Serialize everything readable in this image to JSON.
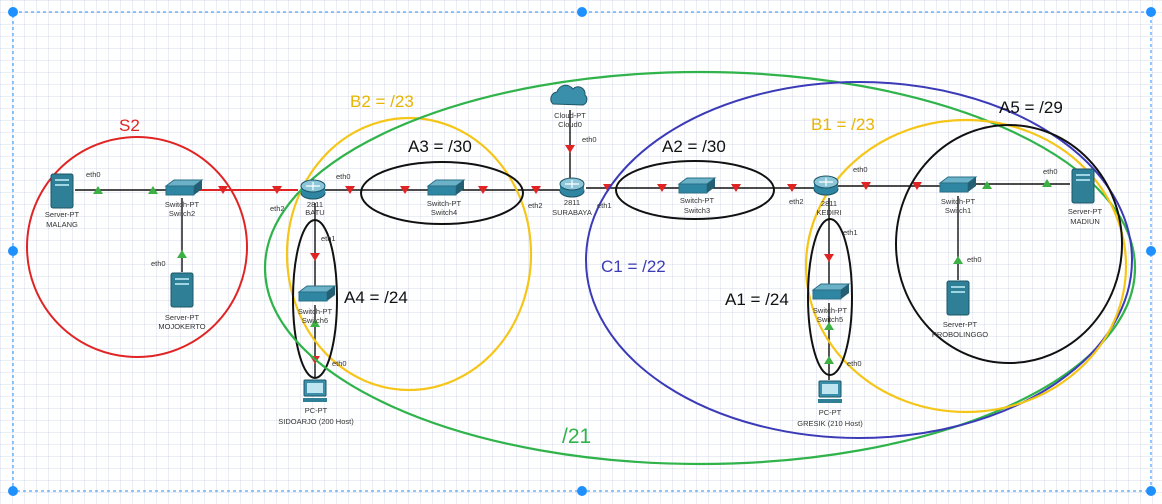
{
  "colors": {
    "red": "#e02424",
    "yellow": "#f5c518",
    "green": "#2fb34a",
    "blue": "#3b3bb8",
    "black": "#111111",
    "selection": "#1e90ff",
    "link_green": "#3cb043"
  },
  "regions": [
    {
      "label": "S2",
      "color": "red"
    },
    {
      "label": "B2 = /23",
      "color": "yellow"
    },
    {
      "label": "A3 = /30",
      "color": "black"
    },
    {
      "label": "A4 = /24",
      "color": "black"
    },
    {
      "label": "/21",
      "color": "green"
    },
    {
      "label": "A2 = /30",
      "color": "black"
    },
    {
      "label": "C1 = /22",
      "color": "blue"
    },
    {
      "label": "B1 = /23",
      "color": "yellow"
    },
    {
      "label": "A1 = /24",
      "color": "black"
    },
    {
      "label": "A5 = /29",
      "color": "black"
    }
  ],
  "devices": {
    "malang": {
      "icon": "server-icon",
      "lines": [
        "Server-PT",
        "MALANG"
      ]
    },
    "switch2": {
      "icon": "switch-icon",
      "lines": [
        "Switch-PT",
        "Switch2"
      ]
    },
    "mojokerto": {
      "icon": "server-icon",
      "lines": [
        "Server-PT",
        "MOJOKERTO"
      ]
    },
    "batu": {
      "icon": "router-icon",
      "lines": [
        "2811",
        "BATU"
      ]
    },
    "switch4": {
      "icon": "switch-icon",
      "lines": [
        "Switch-PT",
        "Switch4"
      ]
    },
    "switch6": {
      "icon": "switch-icon",
      "lines": [
        "Switch-PT",
        "Switch6"
      ]
    },
    "sidoarjo": {
      "icon": "pc-icon",
      "lines": [
        "PC-PT",
        "SIDOARJO (200 Host)"
      ]
    },
    "cloud0": {
      "icon": "cloud-icon",
      "lines": [
        "Cloud-PT",
        "Cloud0"
      ]
    },
    "surabaya": {
      "icon": "router-icon",
      "lines": [
        "2811",
        "SURABAYA"
      ]
    },
    "switch3": {
      "icon": "switch-icon",
      "lines": [
        "Switch-PT",
        "Switch3"
      ]
    },
    "kediri": {
      "icon": "router-icon",
      "lines": [
        "2811",
        "KEDIRI"
      ]
    },
    "switch5": {
      "icon": "switch-icon",
      "lines": [
        "Switch-PT",
        "Switch5"
      ]
    },
    "gresik": {
      "icon": "pc-icon",
      "lines": [
        "PC-PT",
        "GRESIK (210 Host)"
      ]
    },
    "switch1": {
      "icon": "switch-icon",
      "lines": [
        "Switch-PT",
        "Switch1"
      ]
    },
    "madiun": {
      "icon": "server-icon",
      "lines": [
        "Server-PT",
        "MADIUN"
      ]
    },
    "probolinggo": {
      "icon": "server-icon",
      "lines": [
        "Server-PT",
        "PROBOLINGGO"
      ]
    }
  },
  "ports": {
    "malang_eth0": "eth0",
    "mojokerto_eth0": "eth0",
    "batu_eth2": "eth2",
    "batu_eth0": "eth0",
    "batu_eth1": "eth1",
    "sidoarjo_eth0": "eth0",
    "cloud_eth0": "eth0",
    "surabaya_eth2": "eth2",
    "surabaya_eth1": "eth1",
    "kediri_eth2": "eth2",
    "kediri_eth0": "eth0",
    "kediri_eth1": "eth1",
    "gresik_eth0": "eth0",
    "madiun_eth0": "eth0",
    "probolinggo_eth0": "eth0"
  }
}
